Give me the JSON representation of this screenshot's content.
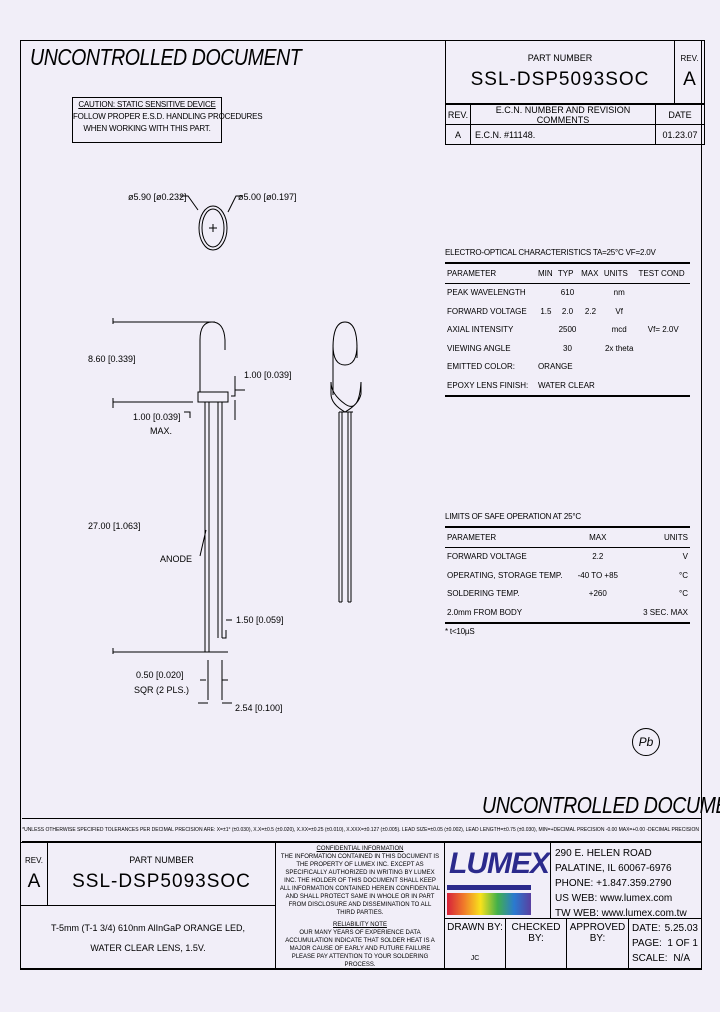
{
  "watermark": "UNCONTROLLED DOCUMENT",
  "caution": {
    "title": "CAUTION: STATIC SENSITIVE DEVICE",
    "line1": "FOLLOW PROPER E.S.D. HANDLING PROCEDURES",
    "line2": "WHEN WORKING WITH THIS PART."
  },
  "header": {
    "part_number_label": "PART NUMBER",
    "part_number": "SSL-DSP5093SOC",
    "rev_label": "REV.",
    "rev": "A",
    "revisions": {
      "columns": [
        "REV.",
        "E.C.N. NUMBER AND REVISION COMMENTS",
        "DATE"
      ],
      "rows": [
        [
          "A",
          "E.C.N. #11148.",
          "01.23.07"
        ]
      ]
    }
  },
  "drawing": {
    "dia_outer": "ø5.90 [ø0.232]",
    "dia_inner": "ø5.00 [ø0.197]",
    "height": "8.60 [0.339]",
    "flange": "1.00 [0.039]",
    "standoff": "1.00 [0.039]",
    "standoff_note": "MAX.",
    "lead_length": "27.00 [1.063]",
    "anode": "ANODE",
    "lead_step": "1.50 [0.059]",
    "lead_size": "0.50 [0.020]",
    "lead_size_note": "SQR (2 PLS.)",
    "pitch": "2.54 [0.100]"
  },
  "electro_optical": {
    "title": "ELECTRO-OPTICAL CHARACTERISTICS TA=25°C    VF=2.0V",
    "columns": [
      "PARAMETER",
      "MIN",
      "TYP",
      "MAX",
      "UNITS",
      "TEST COND"
    ],
    "rows": [
      [
        "PEAK WAVELENGTH",
        "",
        "610",
        "",
        "nm",
        ""
      ],
      [
        "FORWARD VOLTAGE",
        "1.5",
        "2.0",
        "2.2",
        "Vf",
        ""
      ],
      [
        "AXIAL INTENSITY",
        "",
        "2500",
        "",
        "mcd",
        "Vf= 2.0V"
      ],
      [
        "VIEWING ANGLE",
        "",
        "30",
        "",
        "2x theta",
        ""
      ]
    ],
    "emitted_color_label": "EMITTED COLOR:",
    "emitted_color": "ORANGE",
    "lens_label": "EPOXY LENS FINISH:",
    "lens": "WATER CLEAR"
  },
  "limits": {
    "title": "LIMITS OF SAFE OPERATION AT 25°C",
    "columns": [
      "PARAMETER",
      "MAX",
      "UNITS"
    ],
    "rows": [
      [
        "FORWARD VOLTAGE",
        "2.2",
        "V"
      ],
      [
        "OPERATING, STORAGE TEMP.",
        "-40 TO +85",
        "°C"
      ],
      [
        "SOLDERING TEMP.",
        "+260",
        "°C"
      ],
      [
        "2.0mm FROM BODY",
        "",
        "3 SEC. MAX"
      ]
    ],
    "footnote": "* t<10µS"
  },
  "pb_free": "Pb",
  "tolerance_note": "*UNLESS OTHERWISE SPECIFIED TOLERANCES PER DECIMAL PRECISION ARE: X=±1° (±0.030), X.X=±0.5 (±0.020), X.XX=±0.25 (±0.010), X.XXX=±0.127 (±0.005). LEAD SIZE=±0.05 (±0.002), LEAD LENGTH=±0.75 (±0.030), MIN=+DECIMAL PRECISION -0.00  MAX=+0.00 -DECIMAL PRECISION",
  "title_block": {
    "rev_label": "REV.",
    "rev": "A",
    "part_number_label": "PART NUMBER",
    "part_number": "SSL-DSP5093SOC",
    "description1": "T-5mm (T-1 3/4) 610nm AlInGaP ORANGE LED,",
    "description2": "WATER CLEAR LENS, 1.5V.",
    "confidential_title": "CONFIDENTIAL INFORMATION",
    "confidential_text": "THE INFORMATION CONTAINED IN THIS DOCUMENT IS THE PROPERTY OF LUMEX INC. EXCEPT AS SPECIFICALLY AUTHORIZED IN WRITING BY LUMEX INC. THE HOLDER OF THIS DOCUMENT SHALL KEEP ALL INFORMATION CONTAINED HEREIN CONFIDENTIAL AND SHALL PROTECT SAME IN WHOLE OR IN PART FROM DISCLOSURE AND DISSEMINATION TO ALL THIRD PARTIES.",
    "reliability_title": "RELIABILITY NOTE",
    "reliability_text": "OUR MANY YEARS OF EXPERIENCE DATA ACCUMULATION INDICATE THAT SOLDER HEAT IS A MAJOR CAUSE OF EARLY AND FUTURE FAILURE PLEASE PAY ATTENTION TO YOUR SOLDERING PROCESS.",
    "logo": "LUMEX",
    "address1": "290 E. HELEN ROAD",
    "address2": "PALATINE, IL  60067-6976",
    "phone": "PHONE: +1.847.359.2790",
    "us_web": "US WEB: www.lumex.com",
    "tw_web": "TW WEB: www.lumex.com.tw",
    "drawn_by_label": "DRAWN BY:",
    "drawn_by": "JC",
    "checked_by_label": "CHECKED BY:",
    "approved_by_label": "APPROVED BY:",
    "date_label": "DATE:",
    "date": "5.25.03",
    "page_label": "PAGE:",
    "page": "1 OF 1",
    "scale_label": "SCALE:",
    "scale": "N/A"
  }
}
